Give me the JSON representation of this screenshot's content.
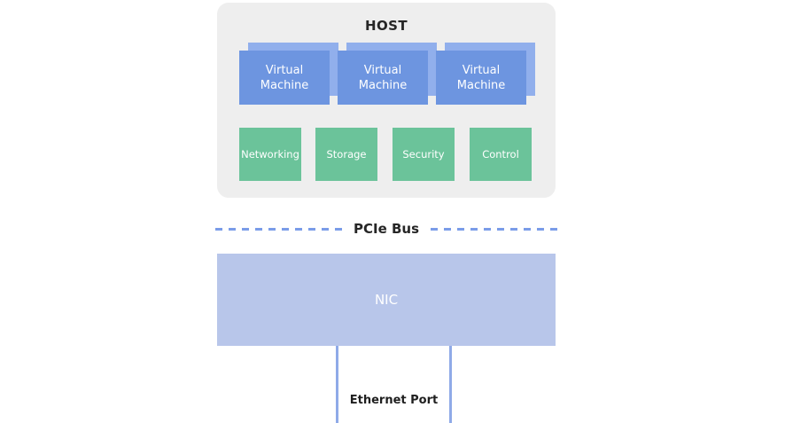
{
  "diagram": {
    "title": "HOST",
    "host": {
      "label": "HOST",
      "virtual_machines": [
        {
          "line1": "Virtual",
          "line2": "Machine"
        },
        {
          "line1": "Virtual",
          "line2": "Machine"
        },
        {
          "line1": "Virtual",
          "line2": "Machine"
        }
      ],
      "services": [
        {
          "label": "Networking"
        },
        {
          "label": "Storage"
        },
        {
          "label": "Security"
        },
        {
          "label": "Control"
        }
      ]
    },
    "bus": {
      "label": "PCIe Bus",
      "style": "dashed"
    },
    "nic": {
      "label": "NIC"
    },
    "port": {
      "label": "Ethernet Port"
    },
    "colors": {
      "background": "#ffffff",
      "host_panel": "#eeeeee",
      "vm_front": "#6d95e0",
      "vm_back": "#91afec",
      "service": "#6bc39a",
      "nic": "#b8c6ea",
      "bus_dash": "#7a9ce8",
      "port_line": "#8faae8",
      "text_dark": "#262626",
      "text_light": "#ffffff"
    }
  }
}
